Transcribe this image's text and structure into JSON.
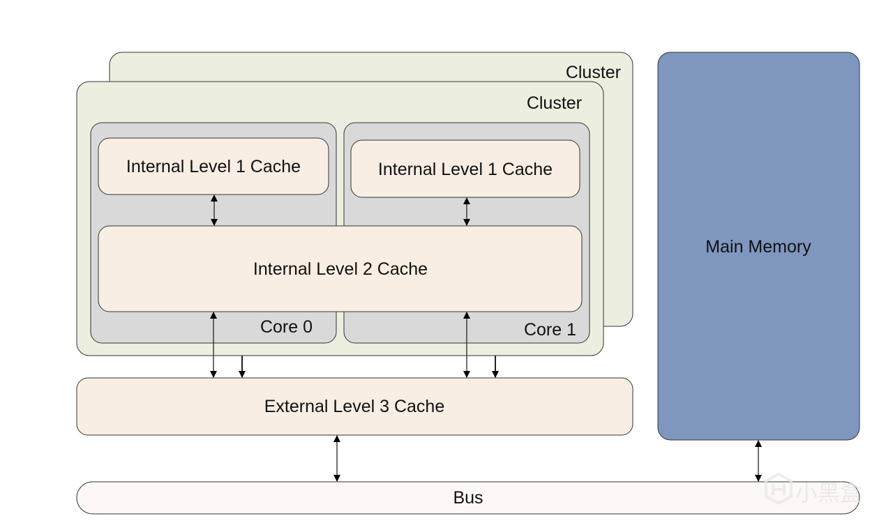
{
  "labels": {
    "cluster_back": "Cluster",
    "cluster_front": "Cluster",
    "l1_core0": "Internal Level 1 Cache",
    "l1_core1": "Internal Level 1 Cache",
    "l2": "Internal Level 2 Cache",
    "core0": "Core 0",
    "core1": "Core 1",
    "l3": "External Level 3 Cache",
    "main_memory": "Main Memory",
    "bus": "Bus"
  },
  "watermark": "小黑盒",
  "colors": {
    "cluster": "#ecefdf",
    "core": "#d9d9d9",
    "cache": "#f8eee3",
    "main_memory": "#7f96bf",
    "bus": "#fdf8f6",
    "stroke": "#333333"
  }
}
